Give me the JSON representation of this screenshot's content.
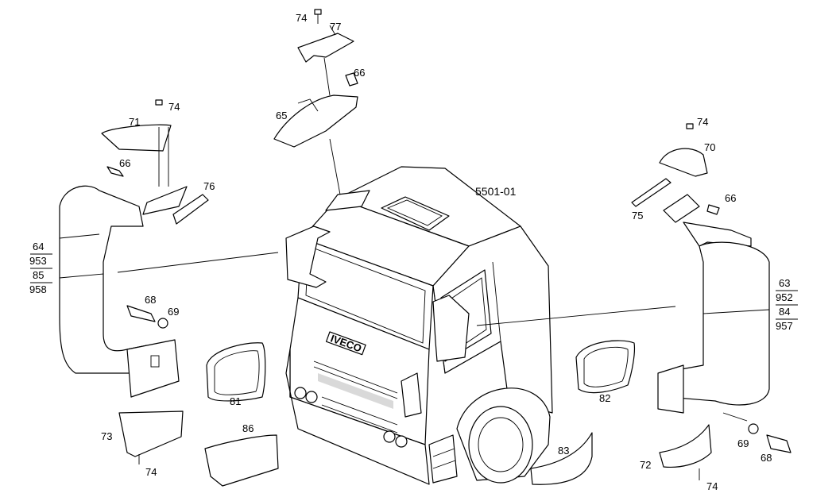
{
  "diagram_code": "5501-01",
  "brand_badge": "IVECO",
  "callouts": {
    "c74_top": "74",
    "c77": "77",
    "c66_top": "66",
    "c65": "65",
    "c71": "71",
    "c74_left": "74",
    "c66_left": "66",
    "c76": "76",
    "c68_left": "68",
    "c69_left": "69",
    "c74_right": "74",
    "c70": "70",
    "c75": "75",
    "c66_right": "66",
    "c81": "81",
    "c82": "82",
    "c86": "86",
    "c73": "73",
    "c74_bl": "74",
    "c83": "83",
    "c72": "72",
    "c74_br": "74",
    "c69_right": "69",
    "c68_right": "68"
  },
  "left_mirror_refs": [
    "64",
    "953",
    "85",
    "958"
  ],
  "right_mirror_refs": [
    "63",
    "952",
    "84",
    "957"
  ]
}
